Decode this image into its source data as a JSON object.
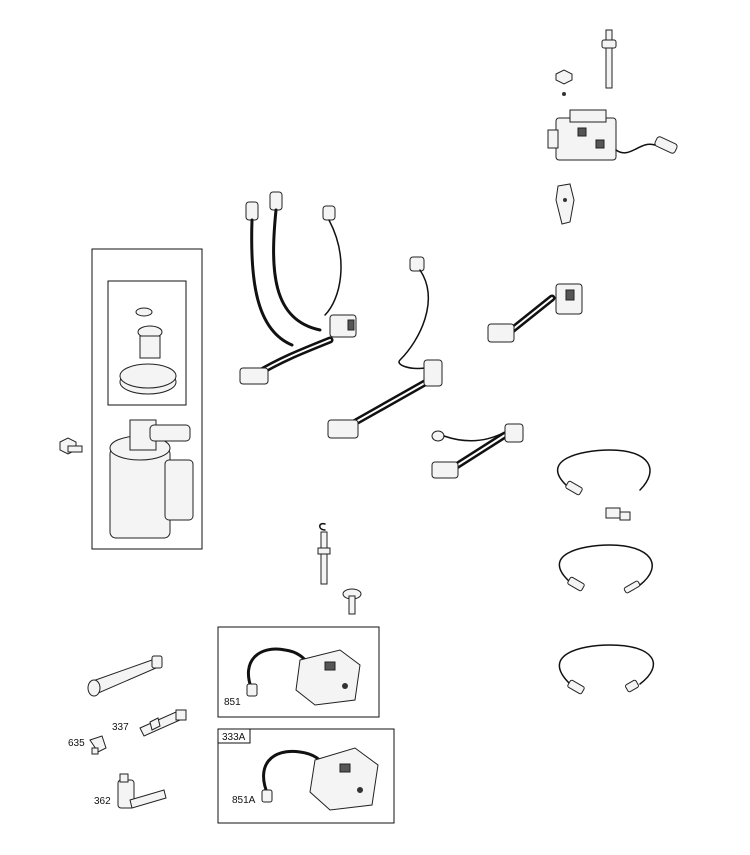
{
  "labels": {
    "l851": "851",
    "l333A": "333A",
    "l851A": "851A",
    "l337": "337",
    "l635": "635",
    "l362": "362"
  }
}
